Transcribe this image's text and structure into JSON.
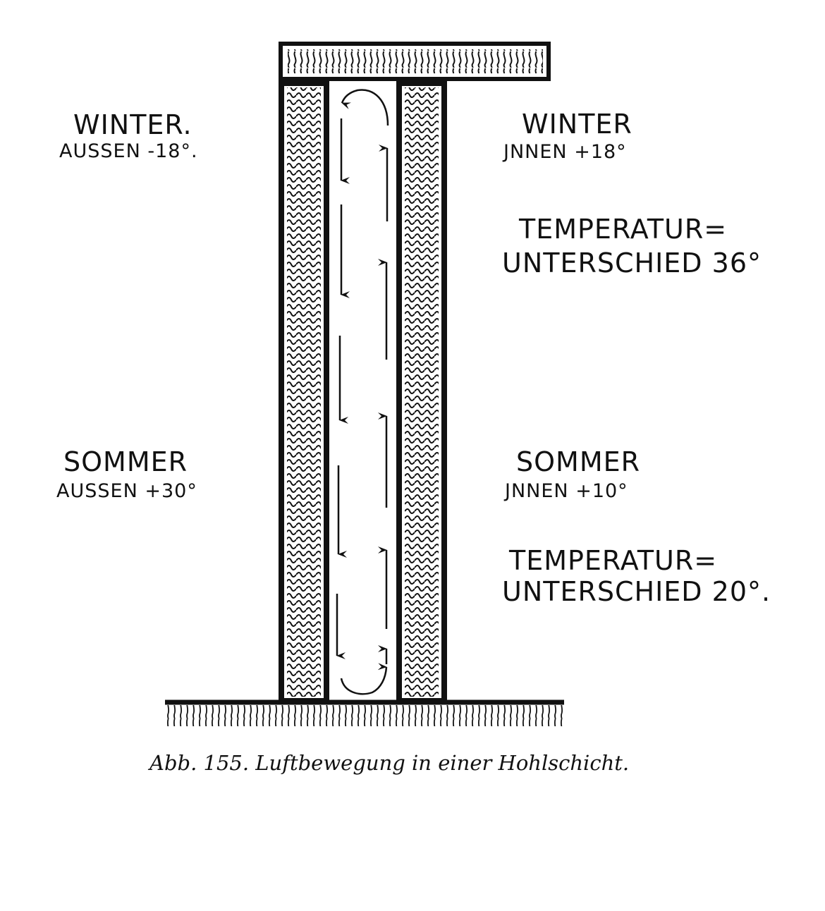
{
  "labels": {
    "winter_outside_title": "WINTER.",
    "winter_outside_temp": "AUSSEN -18°.",
    "winter_inside_title": "WINTER",
    "winter_inside_temp": "JNNEN +18°",
    "winter_diff_line1": "TEMPERATUR=",
    "winter_diff_line2": "UNTERSCHIED 36°",
    "summer_outside_title": "SOMMER",
    "summer_outside_temp": "AUSSEN +30°",
    "summer_inside_title": "SOMMER",
    "summer_inside_temp": "JNNEN +10°",
    "summer_diff_line1": "TEMPERATUR=",
    "summer_diff_line2": "UNTERSCHIED 20°."
  },
  "caption": "Abb. 155. Luftbewegung in einer Hohlschicht.",
  "colors": {
    "ink": "#111111",
    "paper": "#ffffff"
  }
}
